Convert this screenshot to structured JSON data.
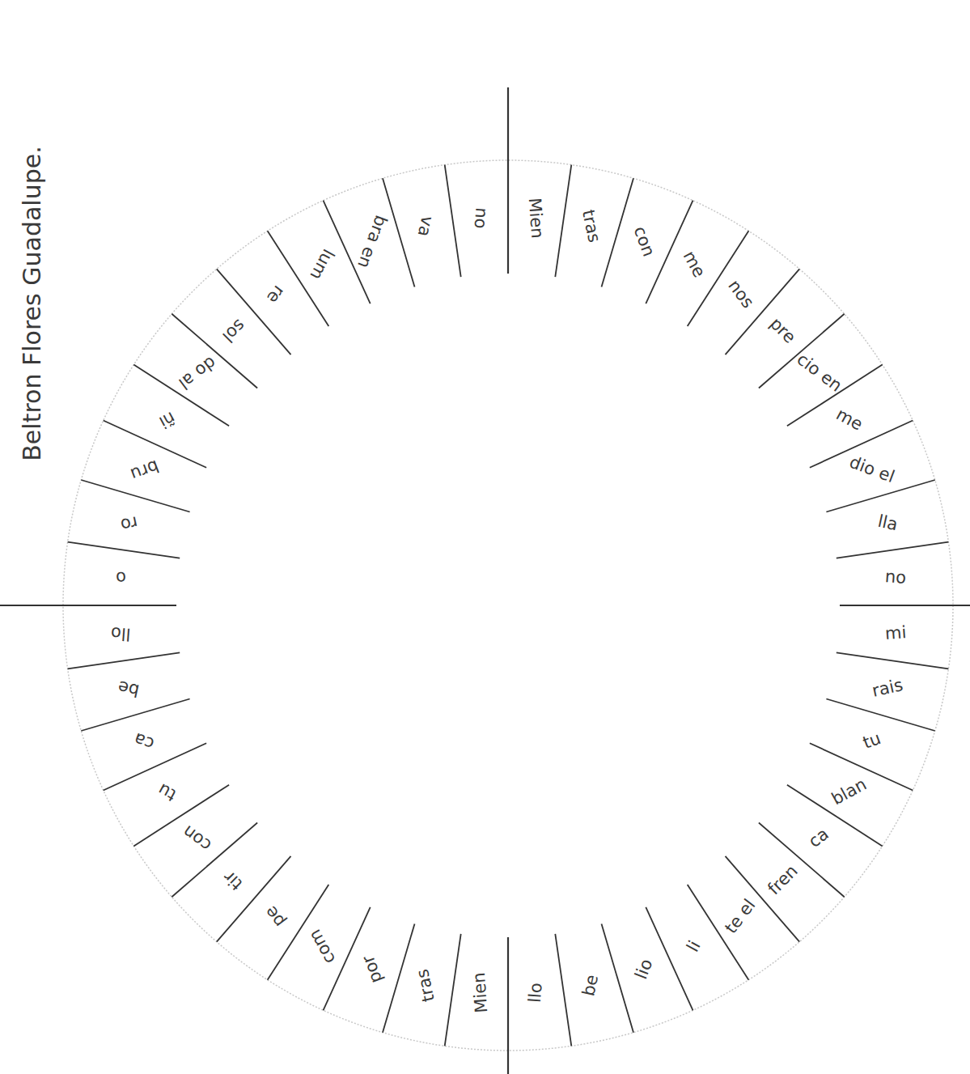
{
  "diagram": {
    "labels": [
      "Beltron Flores Guadalupe.",
      "Mien",
      "tras",
      "con",
      "me",
      "nos",
      "pre",
      "cio en",
      "me",
      "dio el",
      "lla",
      "no",
      "mi",
      "rais",
      "tu",
      "blan",
      "ca",
      "fren",
      "te el",
      "li",
      "lio",
      "be",
      "llo",
      "Mien",
      "tras",
      "por",
      "com",
      "pe",
      "tir",
      "con",
      "tu",
      "ca",
      "be",
      "llo",
      "o",
      "ro",
      "bru",
      "ñi",
      "do al",
      "sol",
      "re",
      "lum",
      "bra en",
      "va",
      "no"
    ]
  }
}
